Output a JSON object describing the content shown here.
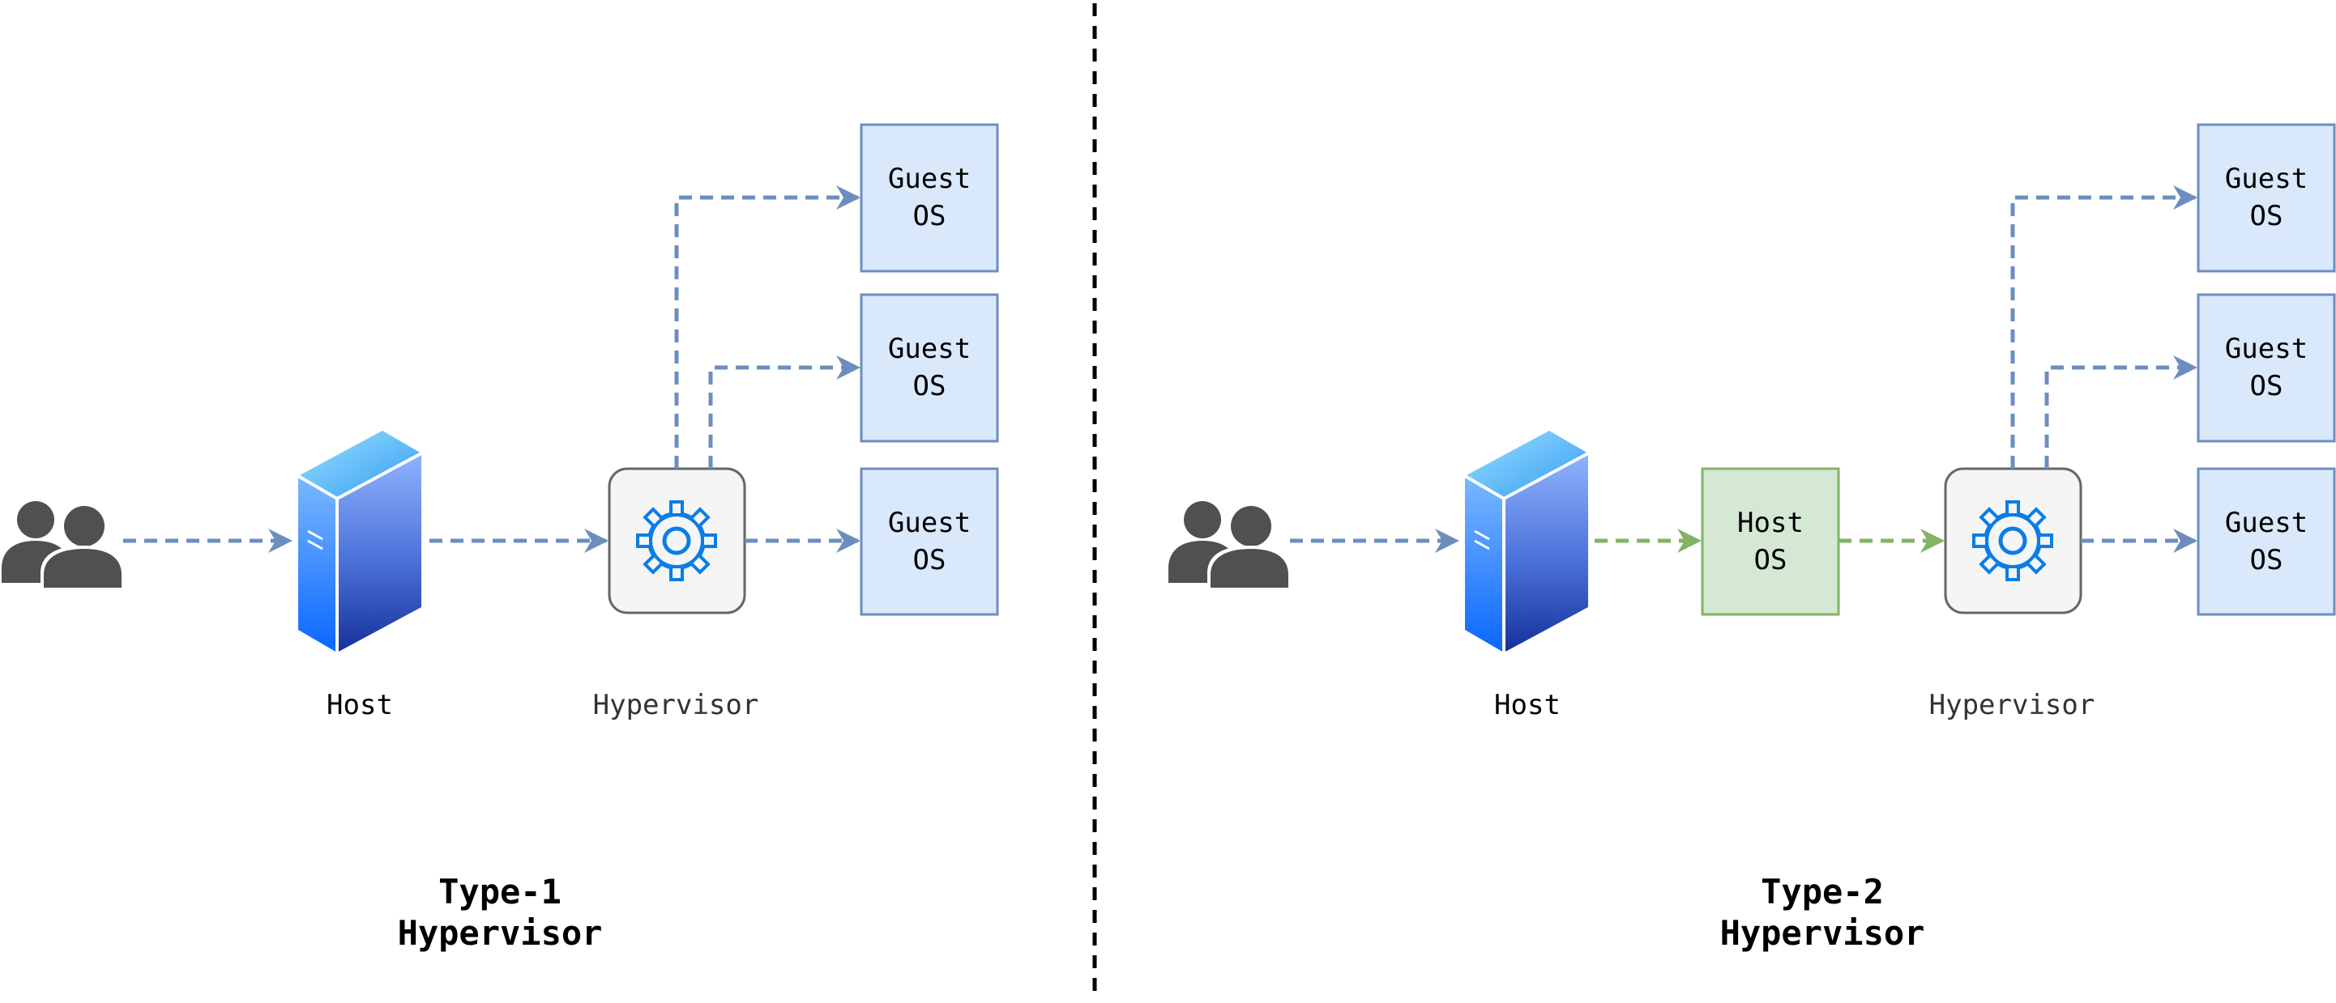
{
  "colors": {
    "blue_line": "#6c8ebf",
    "green_line": "#82b366",
    "guest_fill": "#dae8fc",
    "guest_stroke": "#6c8ebf",
    "hostos_fill": "#d5e8d4",
    "hostos_stroke": "#82b366",
    "hypervisor_fill": "#f5f5f5",
    "hypervisor_stroke": "#666666",
    "gear": "#0a7de6",
    "users": "#505050",
    "divider": "#000000"
  },
  "type1": {
    "host_label": "Host",
    "hypervisor_label": "Hypervisor",
    "guest_line1": "Guest",
    "guest_line2": "OS",
    "title_line1": "Type-1",
    "title_line2": "Hypervisor"
  },
  "type2": {
    "host_label": "Host",
    "hostos_line1": "Host",
    "hostos_line2": "OS",
    "hypervisor_label": "Hypervisor",
    "guest_line1": "Guest",
    "guest_line2": "OS",
    "title_line1": "Type-2",
    "title_line2": "Hypervisor"
  },
  "icons": {
    "users": "users-icon",
    "server": "server-icon",
    "gear": "gear-icon"
  }
}
